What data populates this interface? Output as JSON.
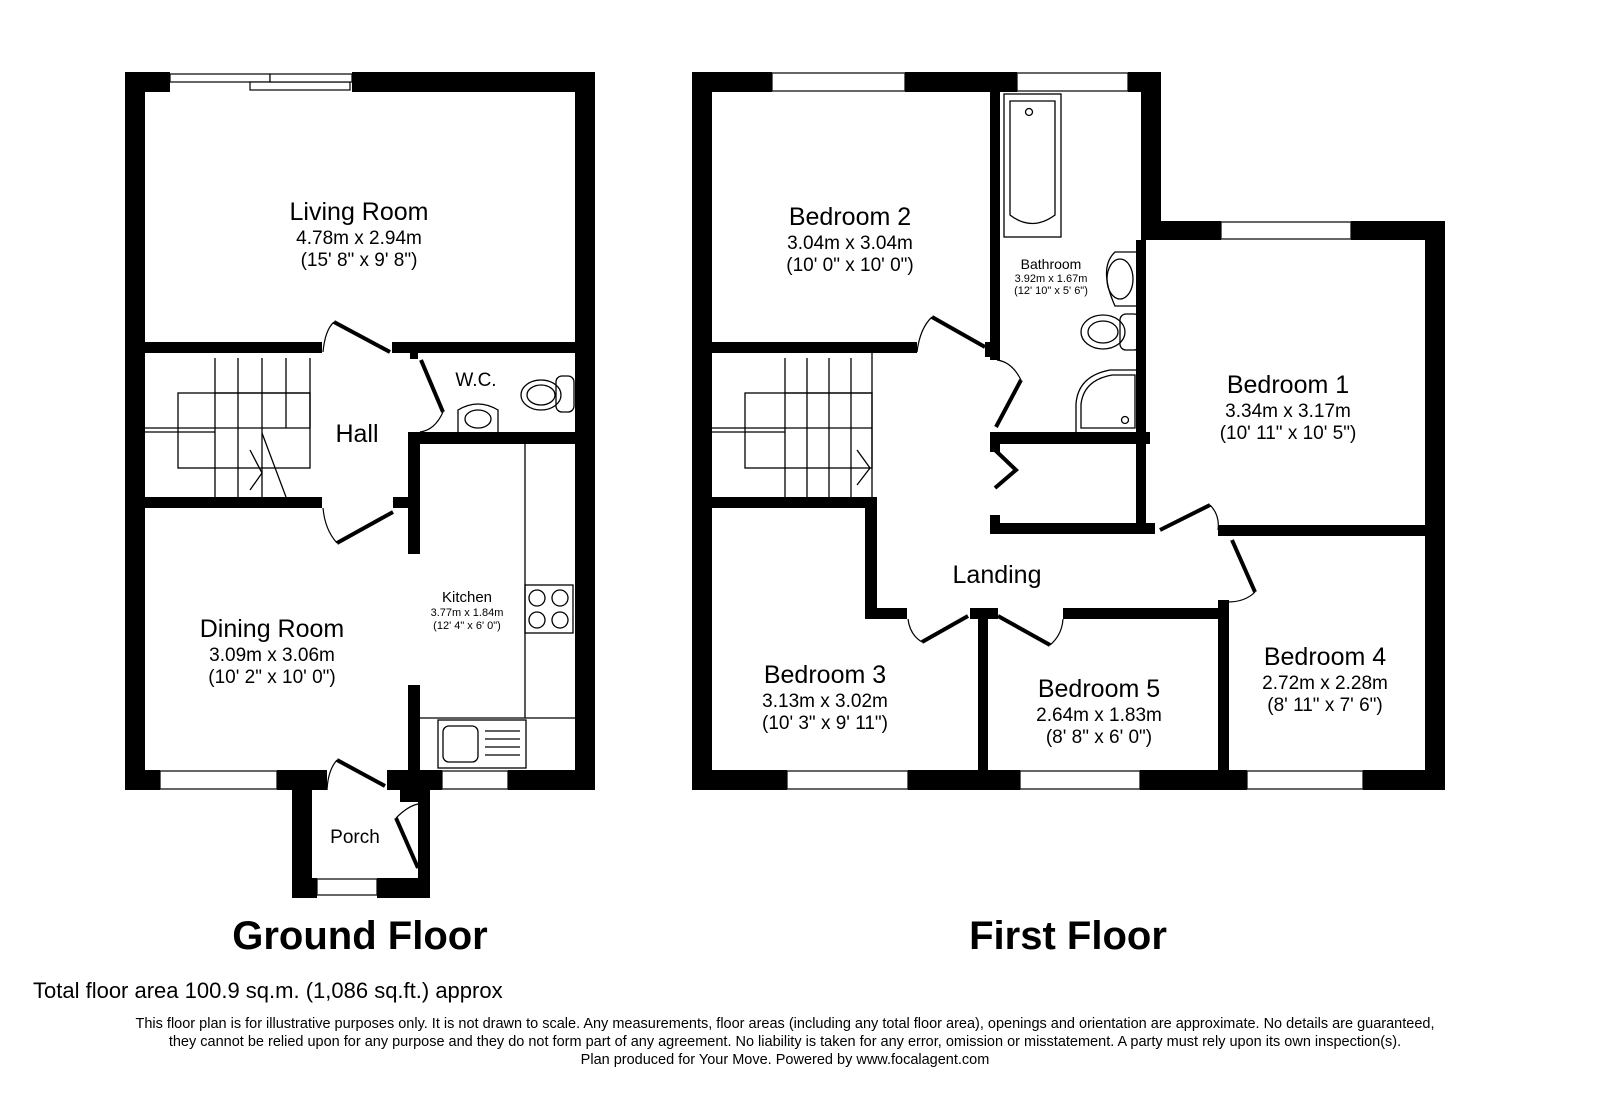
{
  "floors": [
    {
      "title": "Ground Floor",
      "rooms": [
        {
          "name": "Living Room",
          "metric": "4.78m x 2.94m",
          "imperial": "(15' 8\" x 9' 8\")"
        },
        {
          "name": "Hall"
        },
        {
          "name": "W.C."
        },
        {
          "name": "Kitchen",
          "metric": "3.77m x 1.84m",
          "imperial": "(12' 4\" x 6' 0\")"
        },
        {
          "name": "Dining Room",
          "metric": "3.09m x 3.06m",
          "imperial": "(10' 2\" x 10' 0\")"
        },
        {
          "name": "Porch"
        }
      ]
    },
    {
      "title": "First Floor",
      "rooms": [
        {
          "name": "Bedroom 2",
          "metric": "3.04m x 3.04m",
          "imperial": "(10' 0\" x 10' 0\")"
        },
        {
          "name": "Bathroom",
          "metric": "3.92m x 1.67m",
          "imperial": "(12' 10\" x 5' 6\")"
        },
        {
          "name": "Bedroom 1",
          "metric": "3.34m x 3.17m",
          "imperial": "(10' 11\" x 10' 5\")"
        },
        {
          "name": "Landing"
        },
        {
          "name": "Bedroom 3",
          "metric": "3.13m x 3.02m",
          "imperial": "(10' 3\" x 9' 11\")"
        },
        {
          "name": "Bedroom 5",
          "metric": "2.64m x 1.83m",
          "imperial": "(8' 8\" x 6' 0\")"
        },
        {
          "name": "Bedroom 4",
          "metric": "2.72m x 2.28m",
          "imperial": "(8' 11\" x 7' 6\")"
        }
      ]
    }
  ],
  "total_area": "Total floor area 100.9 sq.m. (1,086 sq.ft.) approx",
  "disclaimer": {
    "line1": "This floor plan is for illustrative purposes only. It is not drawn to scale. Any measurements, floor areas (including any total floor area), openings and orientation are approximate. No details are guaranteed,",
    "line2": "they cannot be relied upon for any purpose and they do not form part of any agreement. No liability is taken for any error, omission or misstatement. A party must rely upon its own inspection(s).",
    "line3": "Plan produced for Your Move. Powered by www.focalagent.com"
  }
}
